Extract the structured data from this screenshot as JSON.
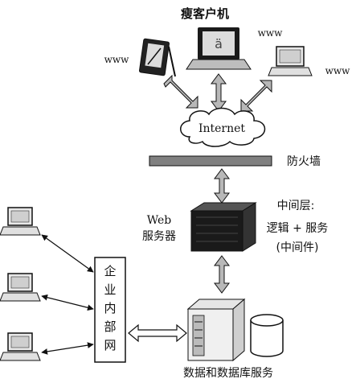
{
  "labels": {
    "thin_client": "瘦客户机",
    "www_left": "www",
    "www_center": "www",
    "www_right": "www",
    "internet": "Internet",
    "firewall": "防火墙",
    "web_line1": "Web",
    "web_line2": "服务器",
    "middle_line1": "中间层:",
    "middle_line2": "逻辑 + 服务",
    "middle_line3": "(中间件)",
    "intranet_chars": [
      "企",
      "业",
      "内",
      "部",
      "网"
    ],
    "database": "数据和数据库服务"
  },
  "icons": {
    "pda": "pda-device-icon",
    "laptop": "laptop-icon",
    "desktop": "desktop-computer-icon",
    "cloud": "cloud-icon",
    "server": "server-rack-icon",
    "db": "database-cylinder-icon"
  },
  "colors": {
    "stroke": "#111111",
    "arrow_fill": "#b8b8b8",
    "firewall": "#808080",
    "server": "#1a1a1a",
    "screen": "#dcdcdc"
  }
}
